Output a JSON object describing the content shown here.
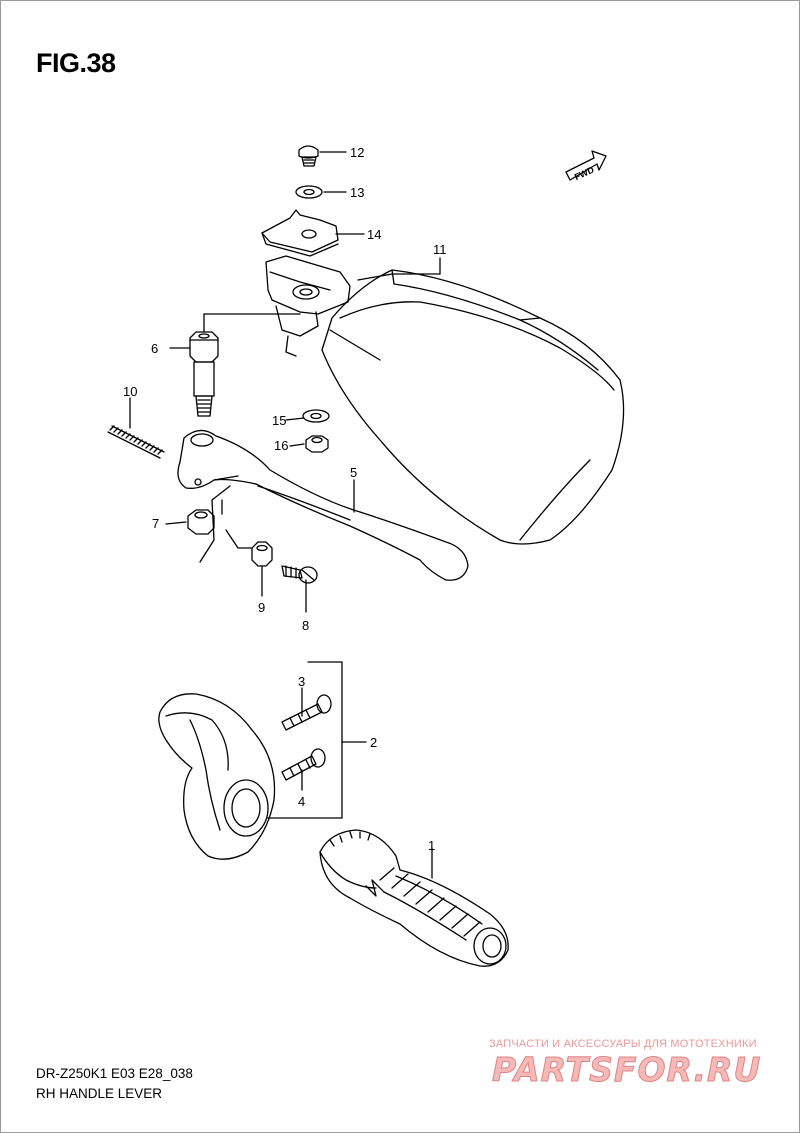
{
  "figure": {
    "title": "FIG.38",
    "fwd_label": "FWD"
  },
  "callouts": [
    {
      "id": "c1",
      "label": "1"
    },
    {
      "id": "c2",
      "label": "2"
    },
    {
      "id": "c3",
      "label": "3"
    },
    {
      "id": "c4",
      "label": "4"
    },
    {
      "id": "c5",
      "label": "5"
    },
    {
      "id": "c6",
      "label": "6"
    },
    {
      "id": "c7",
      "label": "7"
    },
    {
      "id": "c8",
      "label": "8"
    },
    {
      "id": "c9",
      "label": "9"
    },
    {
      "id": "c10",
      "label": "10"
    },
    {
      "id": "c11",
      "label": "11"
    },
    {
      "id": "c12",
      "label": "12"
    },
    {
      "id": "c13",
      "label": "13"
    },
    {
      "id": "c14",
      "label": "14"
    },
    {
      "id": "c15",
      "label": "15"
    },
    {
      "id": "c16",
      "label": "16"
    }
  ],
  "footer": {
    "model_code": "DR-Z250K1 E03 E28_038",
    "section_name": "RH HANDLE LEVER"
  },
  "watermark": {
    "tagline": "ЗАПЧАСТИ И АКСЕССУАРЫ ДЛЯ МОТОТЕХНИКИ",
    "logo": "PARTSFOR.RU"
  }
}
